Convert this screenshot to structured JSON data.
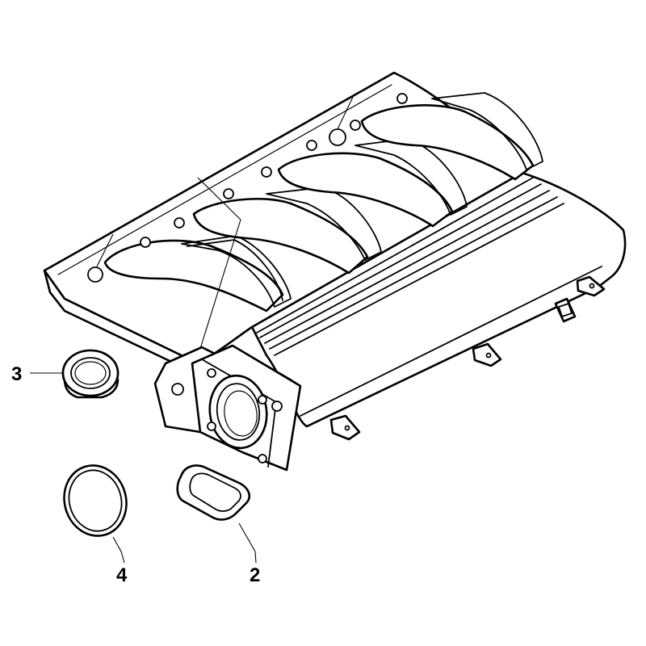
{
  "callouts": [
    {
      "id": "3",
      "label": "3",
      "part": "coupling-ring"
    },
    {
      "id": "4",
      "label": "4",
      "part": "ring-gasket"
    },
    {
      "id": "2",
      "label": "2",
      "part": "rectangular-gasket"
    }
  ]
}
